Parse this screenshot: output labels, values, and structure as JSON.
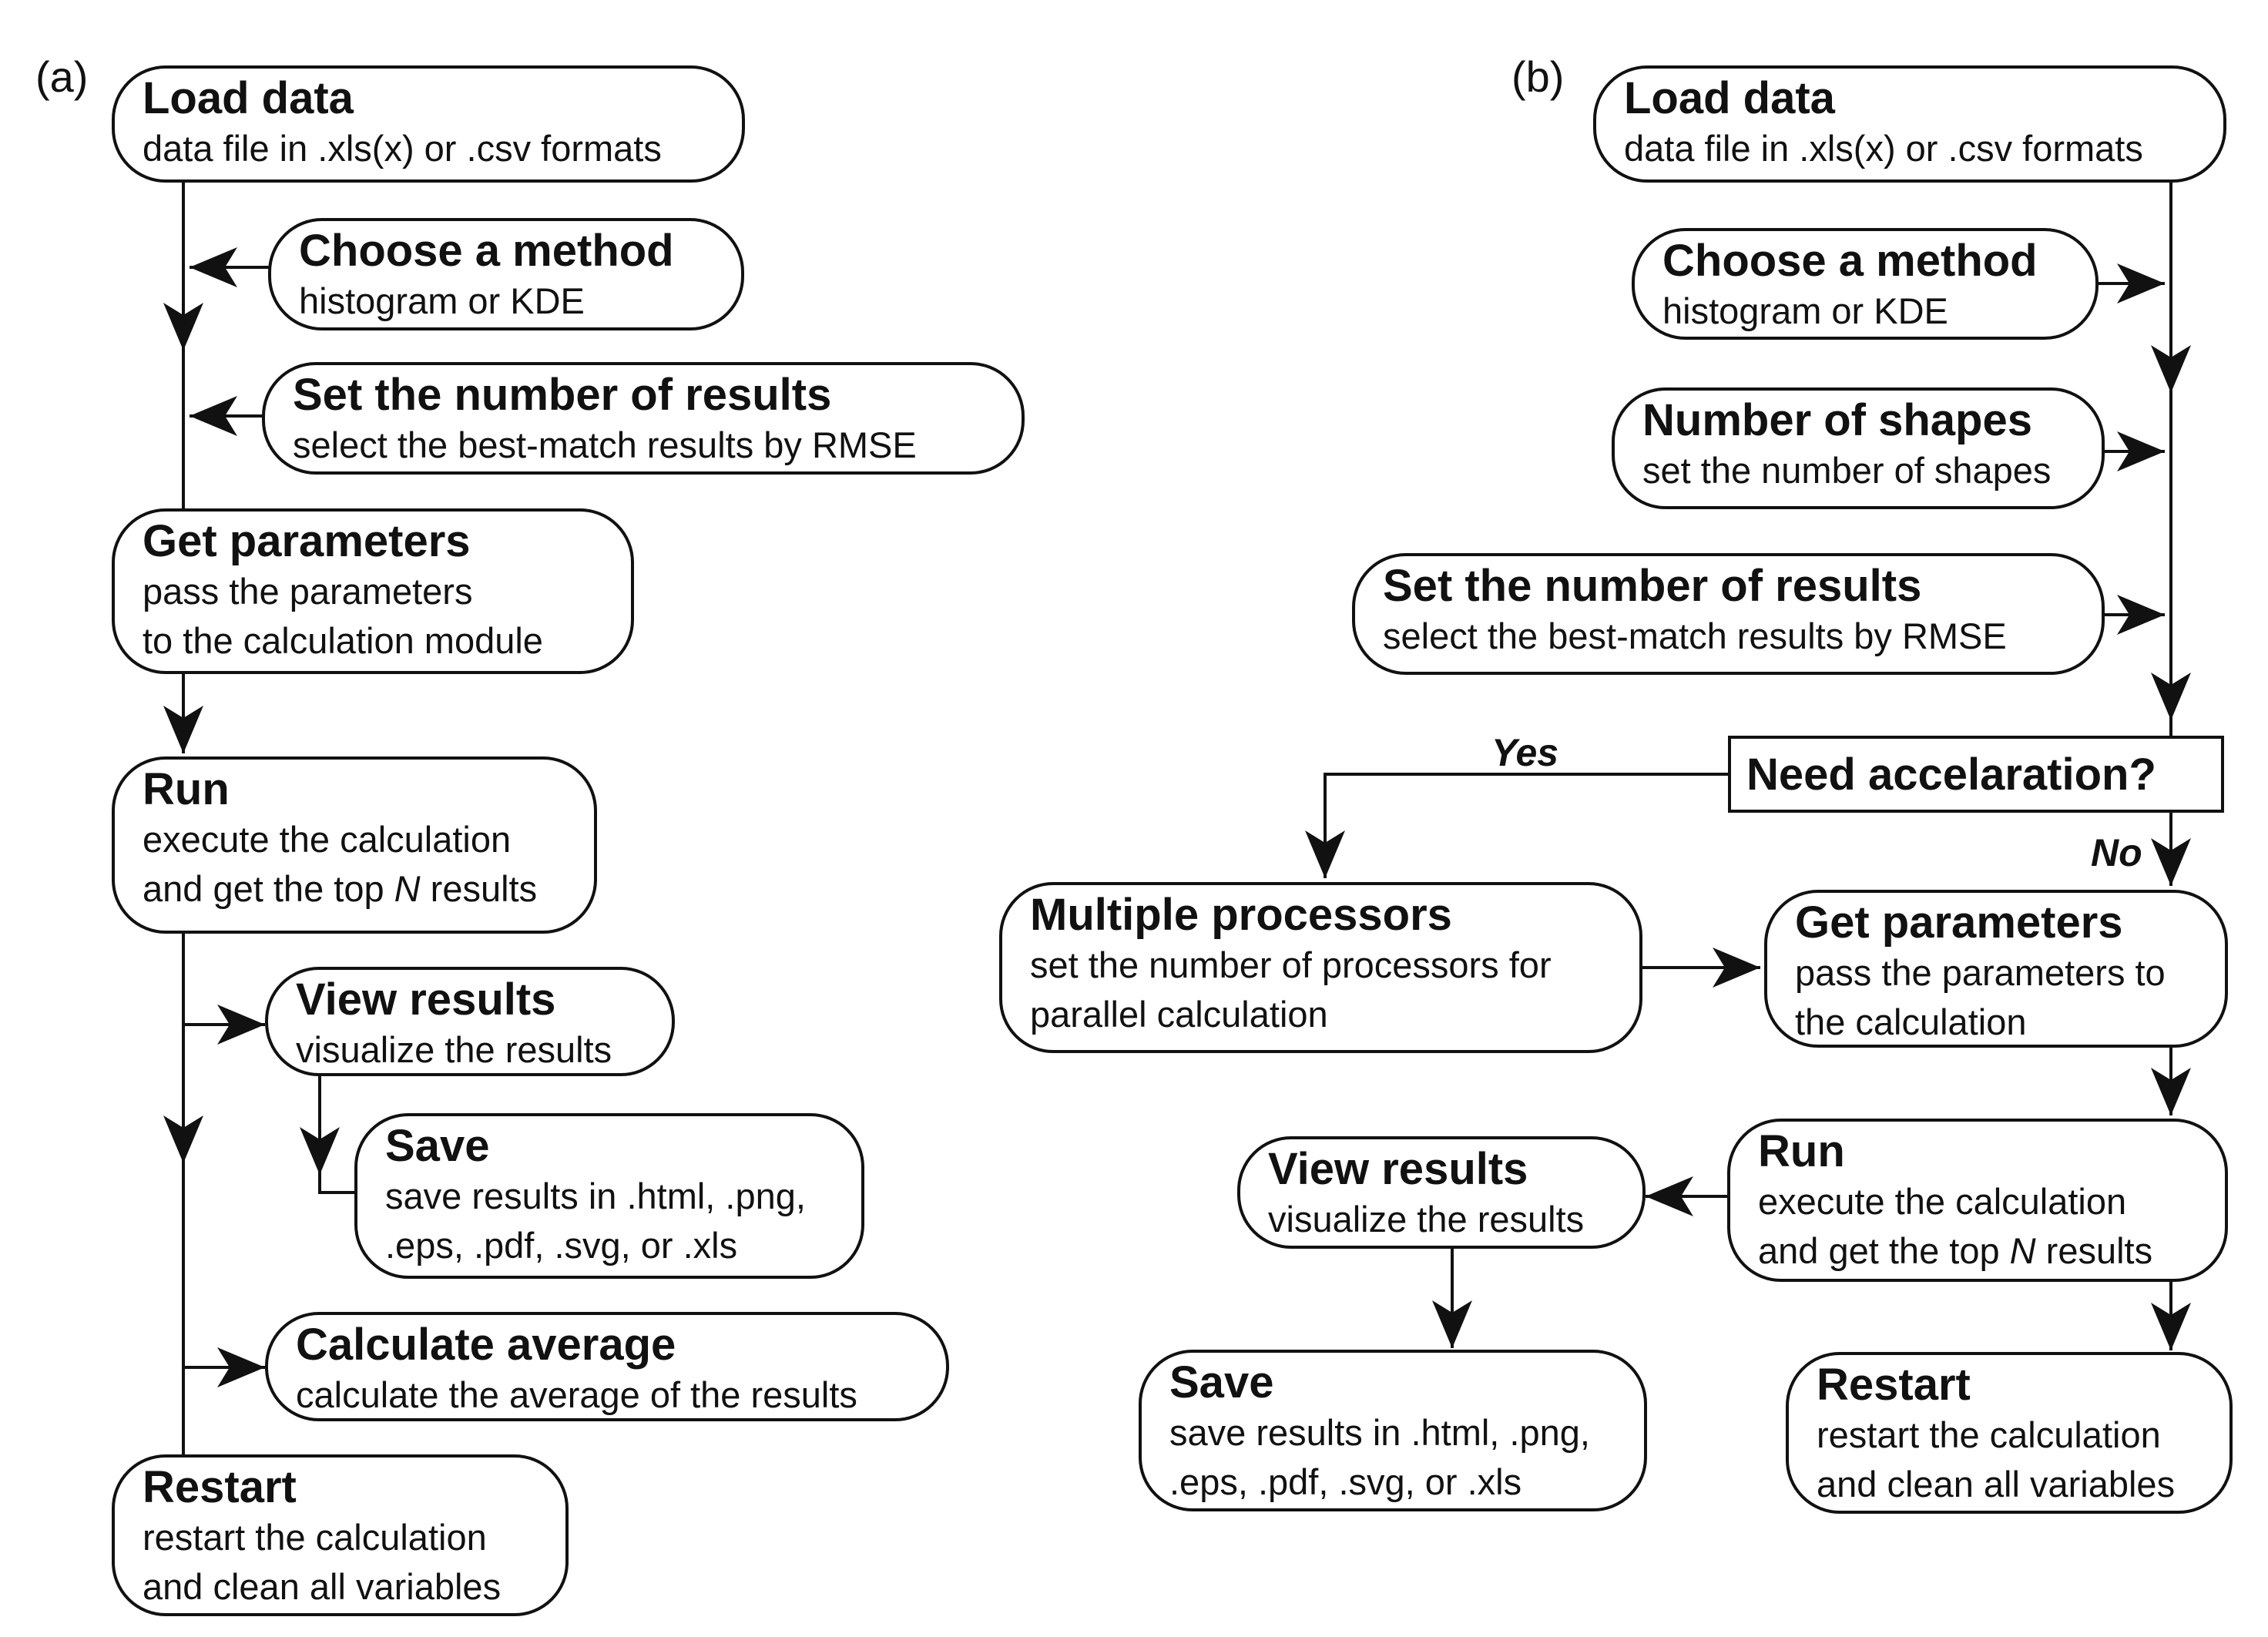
{
  "panel_a": {
    "label": "(a)",
    "nodes": {
      "load": {
        "title": "Load data",
        "sub": "data file in .xls(x) or .csv formats"
      },
      "method": {
        "title": "Choose a method",
        "sub": "histogram or KDE"
      },
      "results": {
        "title": "Set the number of results",
        "sub": "select the best-match results by RMSE"
      },
      "params": {
        "title": "Get parameters",
        "sub1": "pass the parameters",
        "sub2": "to the calculation module"
      },
      "run": {
        "title": "Run",
        "sub1": "execute the calculation",
        "sub2a": "and get the top ",
        "sub2n": "N",
        "sub2b": " results"
      },
      "view": {
        "title": "View results",
        "sub": "visualize the results"
      },
      "save": {
        "title": "Save",
        "sub1": "save results in .html, .png,",
        "sub2": ".eps, .pdf, .svg, or .xls"
      },
      "avg": {
        "title": "Calculate average",
        "sub": "calculate the average of the results"
      },
      "restart": {
        "title": "Restart",
        "sub1": "restart the calculation",
        "sub2": "and clean all variables"
      }
    }
  },
  "panel_b": {
    "label": "(b)",
    "nodes": {
      "load": {
        "title": "Load data",
        "sub": "data file in .xls(x) or .csv formats"
      },
      "method": {
        "title": "Choose a method",
        "sub": "histogram or KDE"
      },
      "shapes": {
        "title": "Number of shapes",
        "sub": "set the number of shapes"
      },
      "results": {
        "title": "Set the number of results",
        "sub": "select the best-match results by RMSE"
      },
      "accel": {
        "title": "Need accelaration?"
      },
      "multi": {
        "title": "Multiple processors",
        "sub1": "set the number of processors for",
        "sub2": "parallel calculation"
      },
      "params": {
        "title": "Get parameters",
        "sub1": "pass the parameters to",
        "sub2": "the calculation"
      },
      "run": {
        "title": "Run",
        "sub1": "execute the calculation",
        "sub2a": "and get the top ",
        "sub2n": "N",
        "sub2b": " results"
      },
      "view": {
        "title": "View results",
        "sub": "visualize the results"
      },
      "save": {
        "title": "Save",
        "sub1": "save results in .html, .png,",
        "sub2": ".eps, .pdf, .svg, or .xls"
      },
      "restart": {
        "title": "Restart",
        "sub1": "restart the calculation",
        "sub2": "and clean all variables"
      }
    },
    "edge_labels": {
      "yes": "Yes",
      "no": "No"
    }
  },
  "colors": {
    "stroke": "#111111",
    "background": "#ffffff"
  }
}
